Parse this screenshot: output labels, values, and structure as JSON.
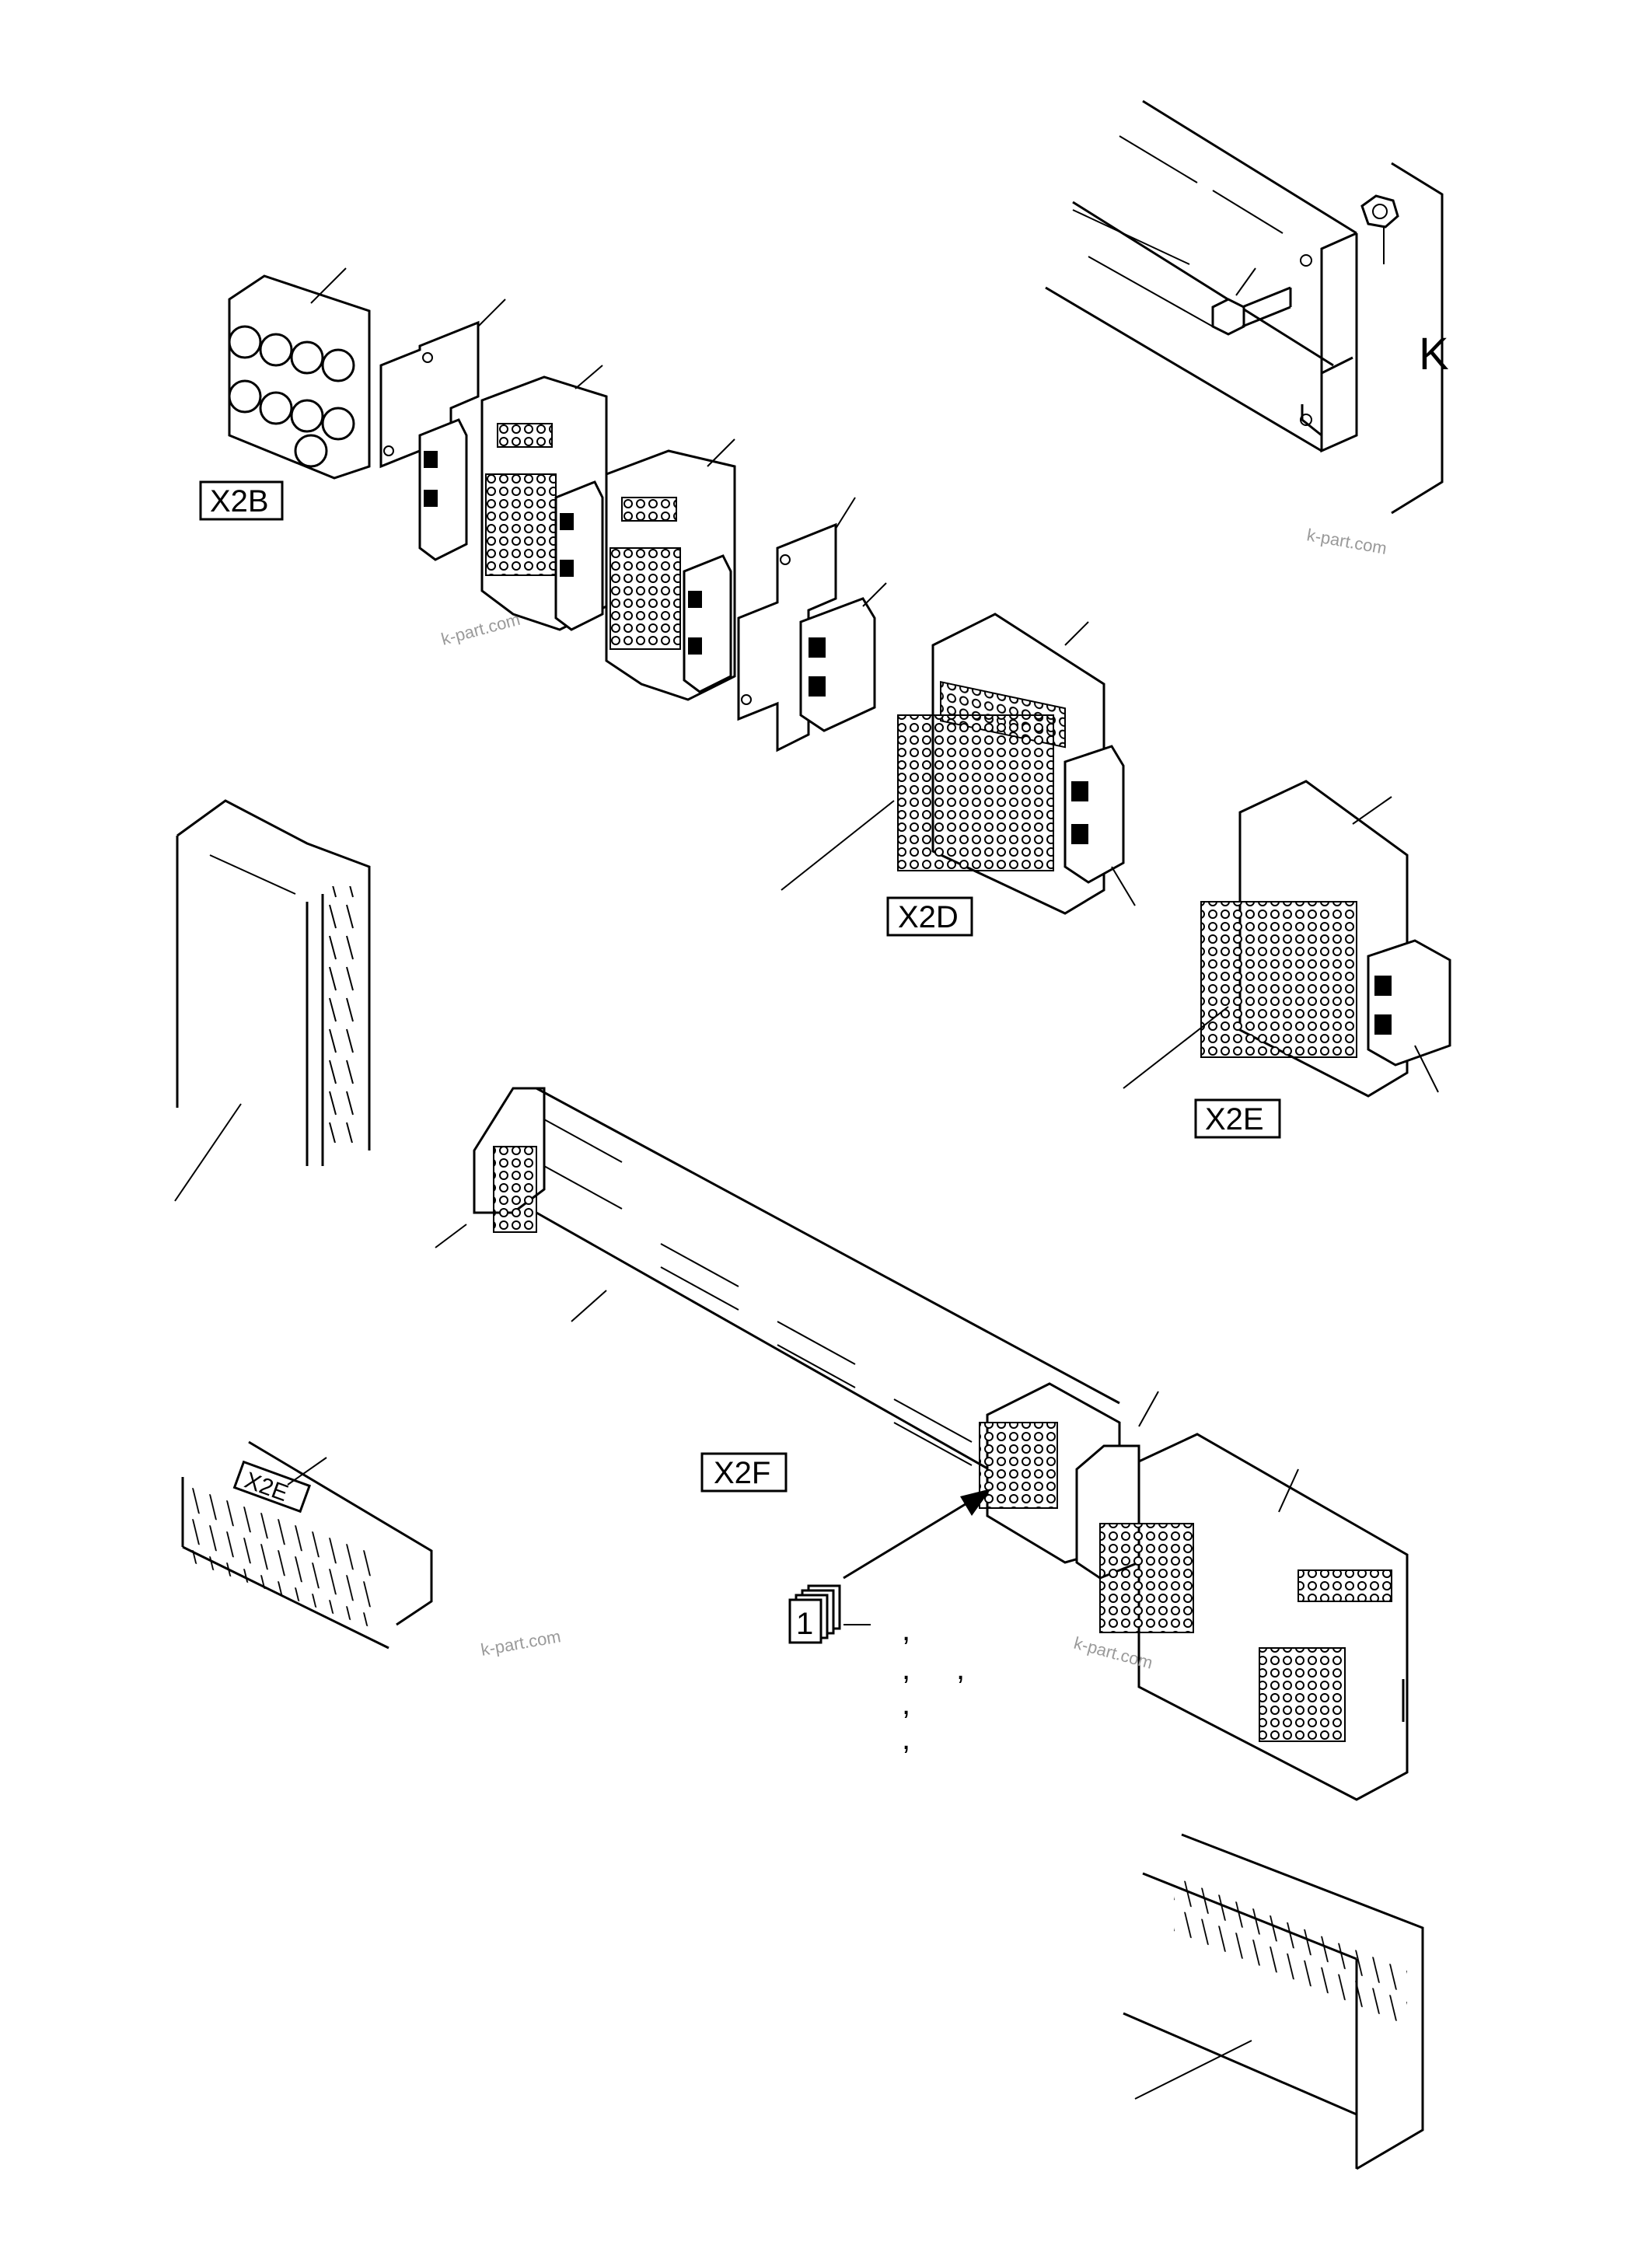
{
  "labels": {
    "x2b": "X2B",
    "x2d": "X2D",
    "x2e": "X2E",
    "x2f": "X2F",
    "duct_marking": "X2E",
    "k": "K",
    "marker_number": "1"
  },
  "watermarks": [
    "k-part.com",
    "k-part.com",
    "k-part.com",
    "k-part.com"
  ],
  "commas": [
    ",",
    ",",
    ",",
    ",",
    ","
  ]
}
